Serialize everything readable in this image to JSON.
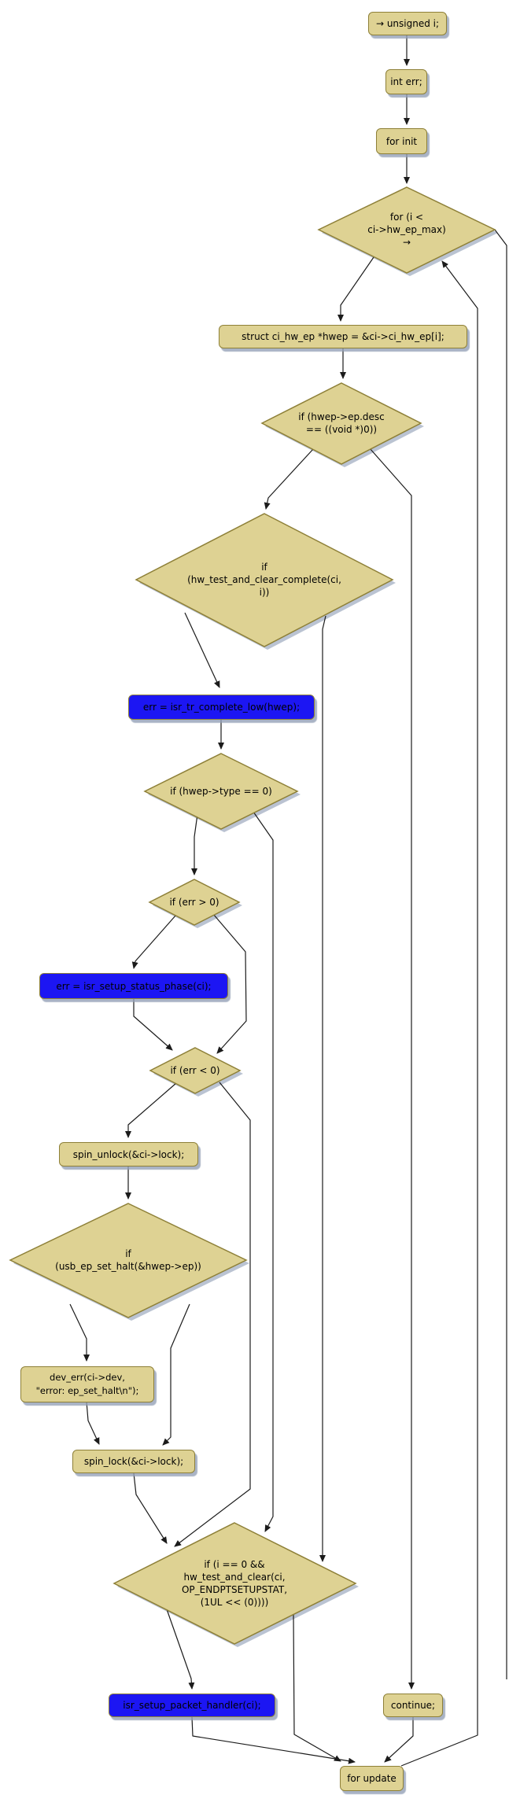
{
  "diagram": {
    "description": "control flow graph of USB endpoint transfer-complete interrupt handler loop",
    "colors": {
      "background": "#FFFFFF",
      "node_fill": "#DED293",
      "node_border": "#8E8038",
      "highlight_fill": "#1C16F3",
      "shadow": "#94A0B6",
      "edge": "#1B1B1B",
      "text": "#000000"
    },
    "nodes": {
      "start_decl": {
        "label": "→ unsigned i;"
      },
      "int_err": {
        "label": "int err;"
      },
      "for_init": {
        "label": "for init"
      },
      "for_cond": {
        "line1": "for (i <",
        "line2": "ci->hw_ep_max)",
        "line3": "→"
      },
      "hwep_assign": {
        "label": "struct ci_hw_ep *hwep  = &ci->ci_hw_ep[i];"
      },
      "desc_check": {
        "line1": "if (hwep->ep.desc",
        "line2": "== ((void *)0))"
      },
      "complete_check": {
        "line1": "if",
        "line2": "(hw_test_and_clear_complete(ci,",
        "line3": "i))"
      },
      "tr_complete_low": {
        "label": "err = isr_tr_complete_low(hwep);"
      },
      "type_check": {
        "label": "if (hwep->type == 0)"
      },
      "err_gt0": {
        "label": "if (err > 0)"
      },
      "setup_status": {
        "label": "err = isr_setup_status_phase(ci);"
      },
      "err_lt0": {
        "label": "if (err < 0)"
      },
      "spin_unlock": {
        "label": "spin_unlock(&ci->lock);"
      },
      "set_halt_check": {
        "line1": "if",
        "line2": "(usb_ep_set_halt(&hwep->ep))"
      },
      "dev_err": {
        "line1": "dev_err(ci->dev,",
        "line2": "\"error: ep_set_halt\\n\");"
      },
      "spin_lock": {
        "label": "spin_lock(&ci->lock);"
      },
      "setupstat_check": {
        "line1": "if (i == 0 &&",
        "line2": "hw_test_and_clear(ci,",
        "line3": "OP_ENDPTSETUPSTAT,",
        "line4": "(1UL << (0))))"
      },
      "setup_packet_handler": {
        "label": "isr_setup_packet_handler(ci);"
      },
      "continue_stmt": {
        "label": "continue;"
      },
      "for_update": {
        "label": "for update"
      }
    }
  }
}
